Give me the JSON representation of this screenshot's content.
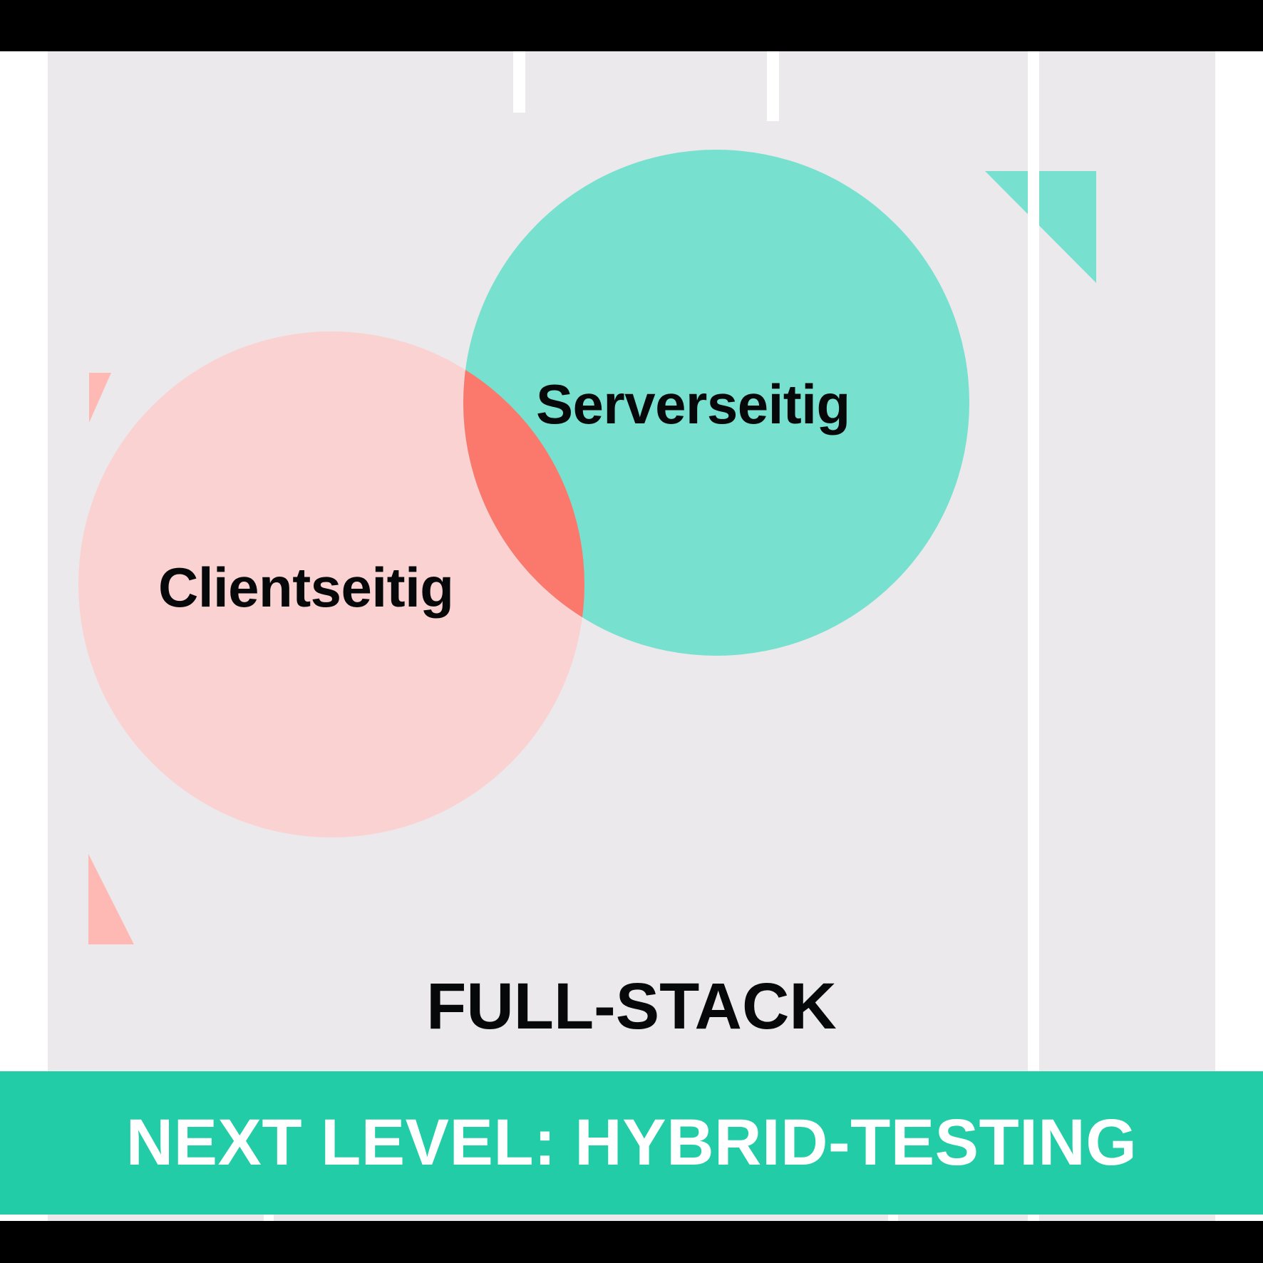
{
  "slide": {
    "background_color": "#FFFFFF",
    "panel_color": "#EBE9EC",
    "letterbox_color": "#000000"
  },
  "venn": {
    "title_caption": "FULL-STACK",
    "left_circle": {
      "label": "Clientseitig",
      "fill": "#FBD2D2"
    },
    "right_circle": {
      "label": "Serverseitig",
      "fill": "#77E0CE"
    },
    "intersection": {
      "fill": "#FB786C"
    }
  },
  "banner": {
    "text": "NEXT LEVEL: HYBRID-TESTING",
    "background": "#22CCA7",
    "text_color": "#FFFFFF"
  },
  "decor": {
    "triangle_teal_color": "#77E0CE",
    "triangle_pink_color": "#FFB9B4",
    "notch_color": "#FFFFFF"
  },
  "chart_data": {
    "type": "venn",
    "title": "FULL-STACK",
    "sets": [
      {
        "name": "Clientseitig",
        "color": "#FBD2D2",
        "center": [
          465,
          820
        ],
        "radius": 355
      },
      {
        "name": "Serverseitig",
        "color": "#77E0CE",
        "center": [
          1005,
          565
        ],
        "radius": 355
      }
    ],
    "intersection_label": "",
    "intersection_color": "#FB786C",
    "annotation": "NEXT LEVEL: HYBRID-TESTING"
  }
}
